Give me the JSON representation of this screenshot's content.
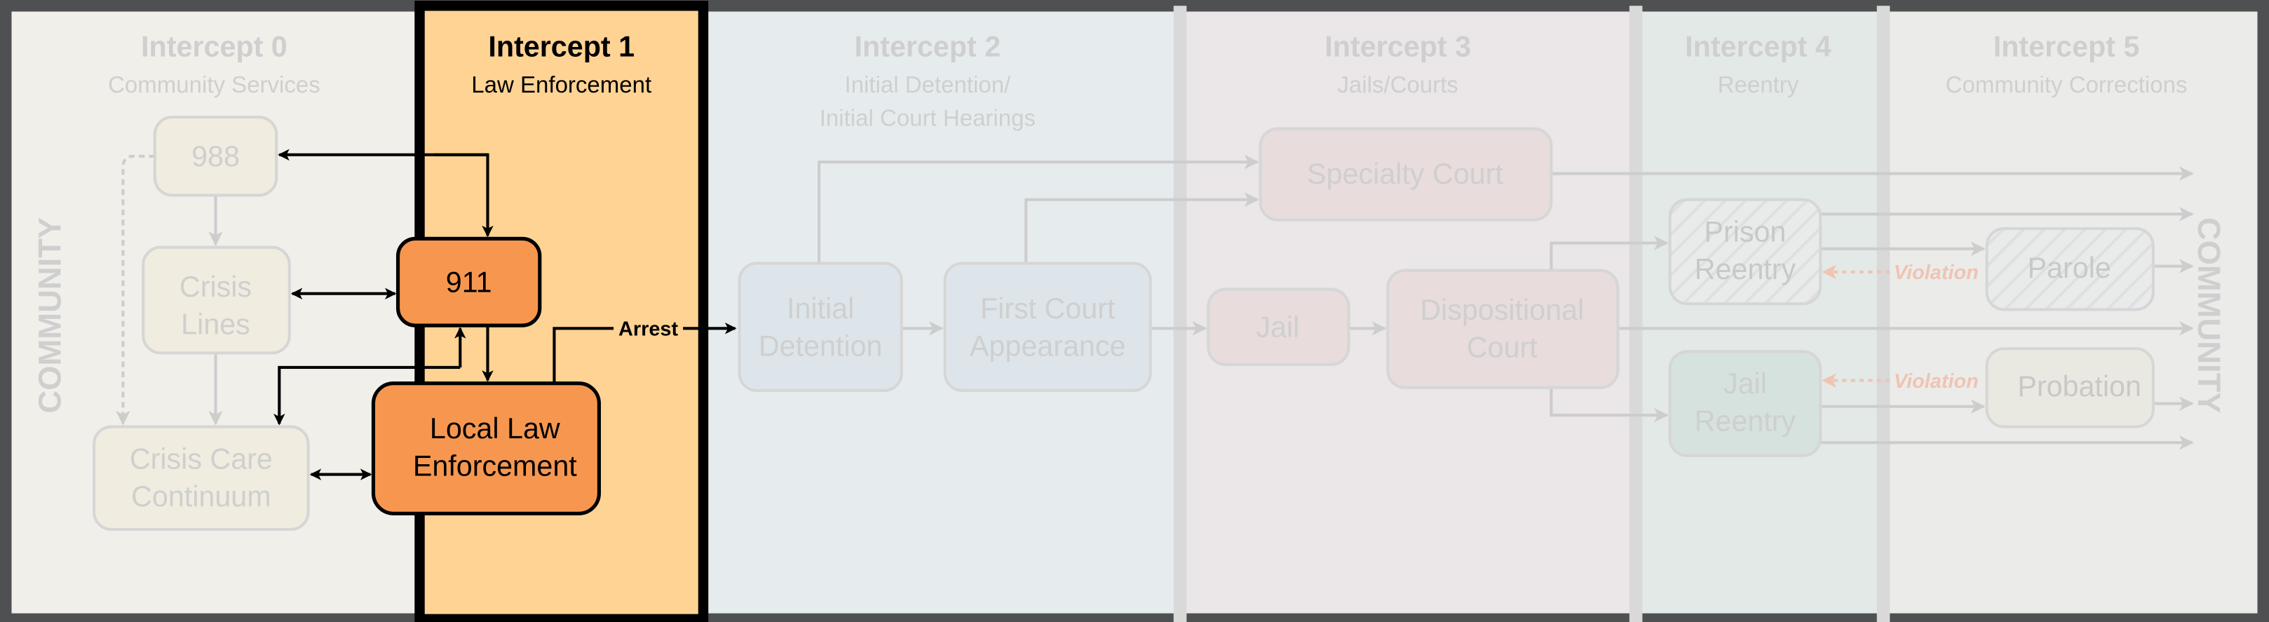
{
  "intercepts": [
    {
      "title": "Intercept 0",
      "subtitle": [
        "Community Services"
      ]
    },
    {
      "title": "Intercept 1",
      "subtitle": [
        "Law Enforcement"
      ]
    },
    {
      "title": "Intercept 2",
      "subtitle": [
        "Initial Detention/",
        "Initial Court Hearings"
      ]
    },
    {
      "title": "Intercept 3",
      "subtitle": [
        "Jails/Courts"
      ]
    },
    {
      "title": "Intercept 4",
      "subtitle": [
        "Reentry"
      ]
    },
    {
      "title": "Intercept 5",
      "subtitle": [
        "Community Corrections"
      ]
    }
  ],
  "community_label": "COMMUNITY",
  "nodes": {
    "n988": [
      "988"
    ],
    "crisis_lines": [
      "Crisis",
      "Lines"
    ],
    "crisis_care": [
      "Crisis Care",
      "Continuum"
    ],
    "n911": [
      "911"
    ],
    "local_law": [
      "Local Law",
      "Enforcement"
    ],
    "initial_detention": [
      "Initial",
      "Detention"
    ],
    "first_court": [
      "First Court",
      "Appearance"
    ],
    "specialty_court": [
      "Specialty Court"
    ],
    "jail": [
      "Jail"
    ],
    "dispositional_court": [
      "Dispositional",
      "Court"
    ],
    "prison_reentry": [
      "Prison",
      "Reentry"
    ],
    "jail_reentry": [
      "Jail",
      "Reentry"
    ],
    "parole": [
      "Parole"
    ],
    "probation": [
      "Probation"
    ]
  },
  "edge_labels": {
    "arrest": "Arrest",
    "violation": "Violation"
  },
  "colors": {
    "highlight": "#ffd394",
    "active_node": "#f7974f"
  }
}
